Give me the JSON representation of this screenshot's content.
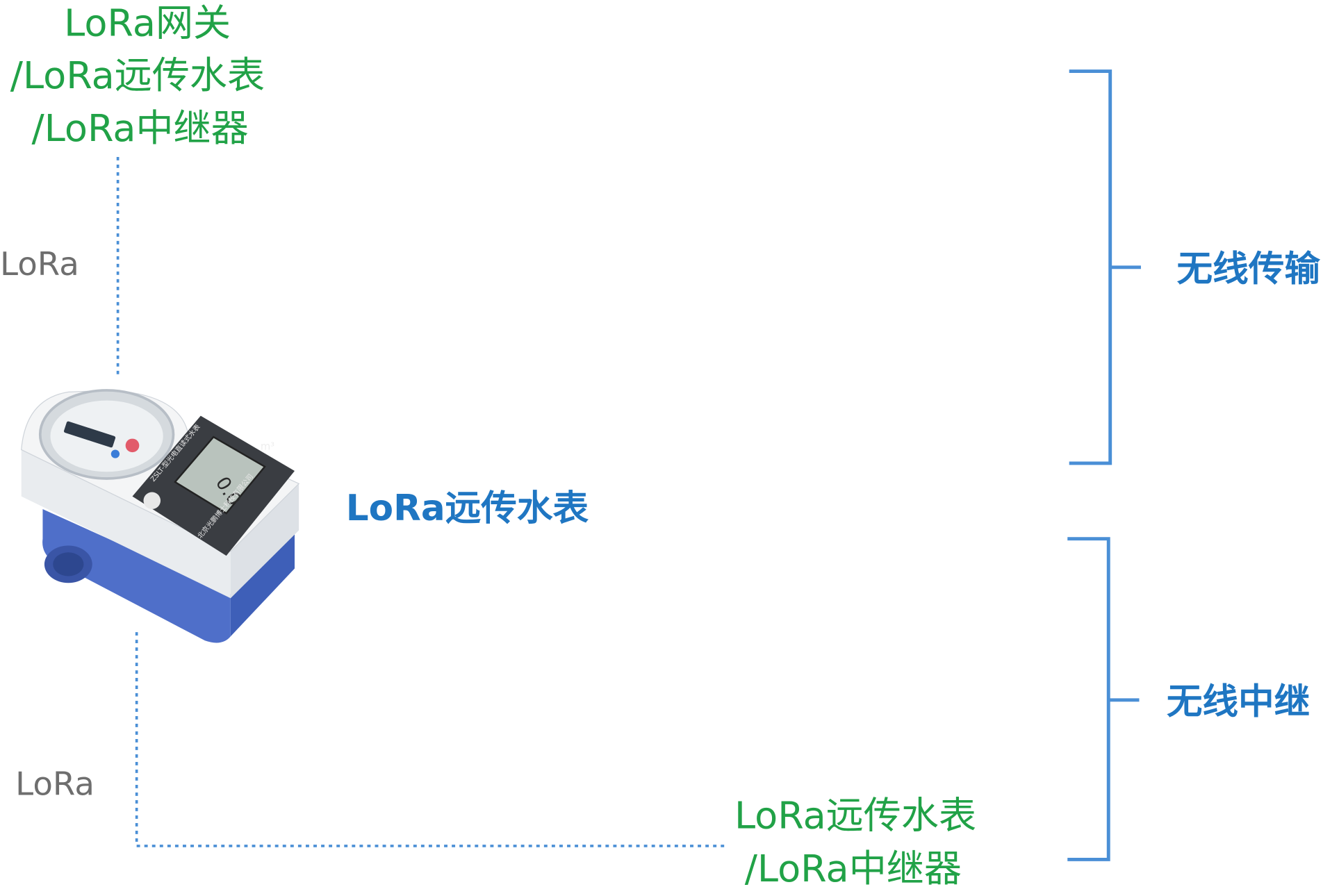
{
  "top_device": {
    "line1": "LoRa网关",
    "line2": "/LoRa远传水表",
    "line3": "/LoRa中继器"
  },
  "link_labels": {
    "upper": "LoRa",
    "lower": "LoRa"
  },
  "center_device": {
    "label": "LoRa远传水表"
  },
  "bottom_device": {
    "line1": "LoRa远传水表",
    "line2": "/LoRa中继器"
  },
  "brackets": {
    "upper_label": "无线传输",
    "lower_label": "无线中继"
  },
  "meter_printed_text": {
    "model_strip": "ZSLT-型光电直读式水表",
    "lcd_reading": "0.0",
    "lcd_unit": "m³",
    "manufacturer": "北京光鹏博士科技有限公司"
  },
  "colors": {
    "green_text": "#21a247",
    "blue_text": "#1f76c2",
    "grey_text": "#6e6e6e",
    "connector": "#4a8fd6",
    "meter_blue": "#4f6fc9",
    "meter_body": "#f4f5f6"
  },
  "icons": {
    "device_image": "water-meter-icon"
  }
}
